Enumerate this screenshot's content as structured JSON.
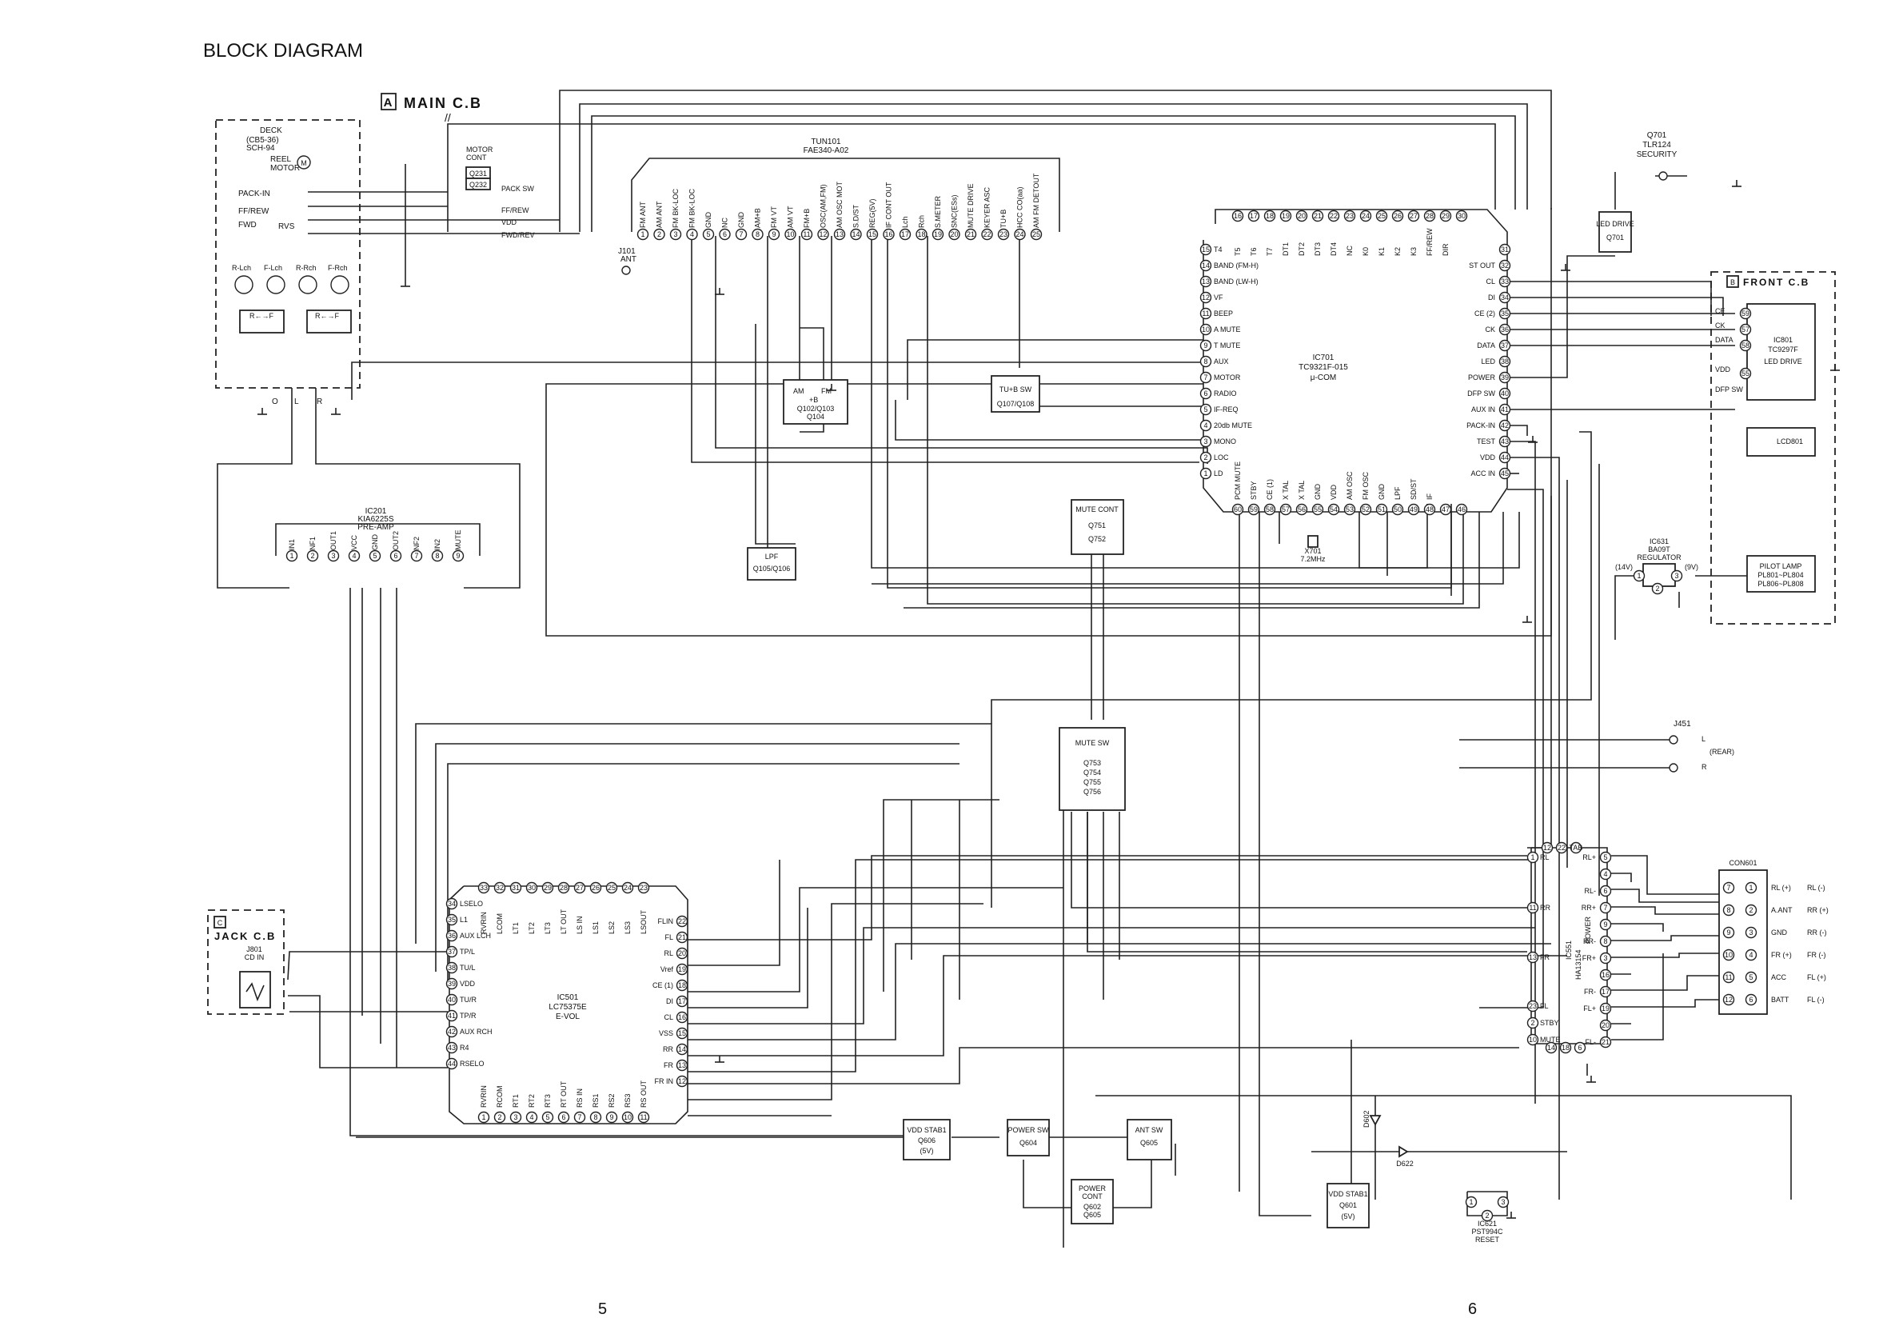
{
  "title": "BLOCK DIAGRAM",
  "page_numbers": [
    "5",
    "6"
  ],
  "boards": {
    "main": {
      "letter": "A",
      "name": "MAIN C.B",
      "mark": "//"
    },
    "front": {
      "letter": "B",
      "name": "FRONT C.B"
    },
    "jack": {
      "letter": "C",
      "name": "JACK C.B"
    }
  },
  "deck": {
    "title": "DECK",
    "model": "(CB5-36)",
    "model2": "SCH-94",
    "reel_motor": [
      "REEL",
      "MOTOR"
    ],
    "switches": [
      "PACK-IN",
      "FF/REW",
      "FWD",
      "RVS"
    ],
    "heads": [
      "R-Lch",
      "F-Lch",
      "R-Rch",
      "F-Rch"
    ],
    "rf": "R←→F",
    "outputs": [
      "O",
      "L",
      "R"
    ]
  },
  "motor_cont": {
    "title": [
      "MOTOR",
      "CONT"
    ],
    "parts": [
      "Q231",
      "Q232"
    ]
  },
  "deck_signals": [
    "PACK SW",
    "FF/REW",
    "VDD",
    "FWD/REV"
  ],
  "tuner": {
    "name": "TUN101",
    "model": "FAE340-A02",
    "pins": [
      "FM ANT",
      "AM ANT",
      "FM BK-LOC",
      "FM BK-LOC",
      "GND",
      "NC",
      "GND",
      "AM+B",
      "FM VT",
      "AM VT",
      "FM+B",
      "OSC(AM,FM)",
      "AM OSC MOT",
      "S.D/ST",
      "REG(5V)",
      "IF CONT OUT",
      "Lch",
      "Rch",
      "S.METER",
      "SNC(ESs)",
      "MUTE DRIVE",
      "KEYER ASC",
      "TU+B",
      "HCC CO(aa)",
      "AM FM DETOUT"
    ]
  },
  "antenna": {
    "name": "J101",
    "label": "ANT"
  },
  "am_fm": {
    "labels": [
      "AM",
      "FM",
      "+B"
    ],
    "parts": [
      "Q102/Q103",
      "Q104"
    ]
  },
  "tub_sw": {
    "title": "TU+B SW",
    "parts": "Q107/Q108"
  },
  "lpf": {
    "title": "LPF",
    "parts": "Q105/Q106"
  },
  "mute_cont": {
    "title": [
      "MUTE CONT"
    ],
    "parts": [
      "Q751",
      "Q752"
    ]
  },
  "preamp": {
    "name": "IC201",
    "model": "KIA6225S",
    "func": "PRE-AMP",
    "pins": [
      "IN1",
      "NF1",
      "OUT1",
      "VCC",
      "GND",
      "OUT2",
      "NF2",
      "IN2",
      "MUTE"
    ]
  },
  "mcu": {
    "name": "IC701",
    "model": "TC9321F-015",
    "func": "μ-COM",
    "top_pins": [
      "T5",
      "T6",
      "T7",
      "DT1",
      "DT2",
      "DT3",
      "DT4",
      "NC",
      "K0",
      "K1",
      "K2",
      "K3",
      "FF/REW",
      "DIR"
    ],
    "top_nums": [
      "16",
      "17",
      "18",
      "19",
      "20",
      "21",
      "22",
      "23",
      "24",
      "25",
      "26",
      "27",
      "28",
      "29",
      "30"
    ],
    "left_pins": [
      "T4",
      "BAND (FM-H)",
      "BAND (LW-H)",
      "VF",
      "BEEP",
      "A MUTE",
      "T MUTE",
      "AUX",
      "MOTOR",
      "RADIO",
      "IF-REQ",
      "20db MUTE",
      "MONO",
      "LOC",
      "LD"
    ],
    "left_nums": [
      "15",
      "14",
      "13",
      "12",
      "11",
      "10",
      "9",
      "8",
      "7",
      "6",
      "5",
      "4",
      "3",
      "2",
      "1"
    ],
    "right_pins": [
      "",
      "ST OUT",
      "CL",
      "DI",
      "CE (2)",
      "CK",
      "DATA",
      "LED",
      "POWER",
      "DFP SW",
      "AUX IN",
      "PACK-IN",
      "TEST",
      "VDD",
      "ACC IN"
    ],
    "right_nums": [
      "31",
      "32",
      "33",
      "34",
      "35",
      "36",
      "37",
      "38",
      "39",
      "40",
      "41",
      "42",
      "43",
      "44",
      "45"
    ],
    "bottom_pins": [
      "PCM MUTE",
      "STBY",
      "CE (1)",
      "X TAL",
      "X TAL",
      "GND",
      "VDD",
      "AM OSC",
      "FM OSC",
      "GND",
      "LPF",
      "SD/ST",
      "IF"
    ],
    "bottom_nums": [
      "60",
      "59",
      "58",
      "57",
      "56",
      "55",
      "54",
      "53",
      "52",
      "51",
      "50",
      "49",
      "48",
      "47",
      "46"
    ],
    "crystal": {
      "name": "X701",
      "freq": "7.2MHz"
    }
  },
  "security": {
    "name": "Q701",
    "model": "TLR124",
    "func": "SECURITY"
  },
  "led_drive": {
    "title": "LED DRIVE",
    "parts": "Q701"
  },
  "front_ic": {
    "name": "IC801",
    "model": "TC9297F",
    "func": "LED DRIVE",
    "inputs": [
      "CE",
      "CK",
      "DATA",
      "VDD",
      "DFP SW"
    ],
    "pin_nums": [
      "59",
      "57",
      "58",
      "55"
    ]
  },
  "lcd": {
    "name": "LCD801"
  },
  "pilot": {
    "title": "PILOT LAMP",
    "parts": [
      "PL801~PL804",
      "PL806~PL808"
    ]
  },
  "regulator": {
    "name": "IC631",
    "model": "BA09T",
    "func": "REGULATOR",
    "vin": "(14V)",
    "vout": "(9V)"
  },
  "mute_sw": {
    "title": "MUTE SW",
    "parts": [
      "Q753",
      "Q754",
      "Q755",
      "Q756"
    ]
  },
  "jack": {
    "name": "J801",
    "label": "CD IN"
  },
  "rear": {
    "name": "J451",
    "labels": [
      "L",
      "(REAR)",
      "R"
    ]
  },
  "evol": {
    "name": "IC501",
    "model": "LC75375E",
    "func": "E-VOL",
    "top_pins": [
      "RVRIN",
      "LCOM",
      "LT1",
      "LT2",
      "LT3",
      "LT OUT",
      "LS IN",
      "LS1",
      "LS2",
      "LS3",
      "LSOUT"
    ],
    "top_nums": [
      "33",
      "32",
      "31",
      "30",
      "29",
      "28",
      "27",
      "26",
      "25",
      "24",
      "23"
    ],
    "left_pins": [
      "LSELO",
      "L1",
      "AUX LCH",
      "TP/L",
      "TU/L",
      "VDD",
      "TU/R",
      "TP/R",
      "AUX RCH",
      "R4",
      "RSELO"
    ],
    "left_nums": [
      "34",
      "35",
      "36",
      "37",
      "38",
      "39",
      "40",
      "41",
      "42",
      "43",
      "44"
    ],
    "right_pins": [
      "FLIN",
      "FL",
      "RL",
      "Vref",
      "CE (1)",
      "DI",
      "CL",
      "VSS",
      "RR",
      "FR",
      "FR IN"
    ],
    "right_nums": [
      "22",
      "21",
      "20",
      "19",
      "18",
      "17",
      "16",
      "15",
      "14",
      "13",
      "12"
    ],
    "bottom_pins": [
      "RVRIN",
      "RCOM",
      "RT1",
      "RT2",
      "RT3",
      "RT OUT",
      "RS IN",
      "RS1",
      "RS2",
      "RS3",
      "RS OUT"
    ],
    "bottom_nums": [
      "1",
      "2",
      "3",
      "4",
      "5",
      "6",
      "7",
      "8",
      "9",
      "10",
      "11"
    ]
  },
  "power_amp": {
    "name": "IC551",
    "model": "HA13154",
    "func": "POWER",
    "top_nums": [
      "12",
      "22",
      "TAB"
    ],
    "left": [
      "RL",
      "RR",
      "FR",
      "FL",
      "STBY",
      "MUTE"
    ],
    "left_nums": [
      "1",
      "11",
      "13",
      "23",
      "2",
      "10"
    ],
    "right": [
      "RL+",
      "",
      "RL-",
      "RR+",
      "",
      "RR-",
      "FR+",
      "",
      "FR-",
      "FL+",
      "",
      "FL-"
    ],
    "right_nums": [
      "5",
      "4",
      "6",
      "7",
      "9",
      "8",
      "3",
      "16",
      "17",
      "19",
      "20",
      "21"
    ],
    "bottom_nums": [
      "14",
      "18",
      "6"
    ]
  },
  "connector": {
    "name": "CON601",
    "rows": [
      {
        "a": "7",
        "b": "1",
        "l": "RL (+)",
        "r": "RL (-)"
      },
      {
        "a": "8",
        "b": "2",
        "l": "A.ANT",
        "r": "RR (+)"
      },
      {
        "a": "9",
        "b": "3",
        "l": "GND",
        "r": "RR (-)"
      },
      {
        "a": "10",
        "b": "4",
        "l": "FR (+)",
        "r": "FR (-)"
      },
      {
        "a": "11",
        "b": "5",
        "l": "ACC",
        "r": "FL (+)"
      },
      {
        "a": "12",
        "b": "6",
        "l": "BATT",
        "r": "FL (-)"
      }
    ]
  },
  "vdd_stab1": {
    "title": "VDD STAB1",
    "parts": "Q606",
    "volt": "(5V)"
  },
  "power_sw": {
    "title": "POWER SW",
    "parts": "Q604"
  },
  "ant_sw": {
    "title": "ANT SW",
    "parts": "Q605"
  },
  "power_cont": {
    "title": [
      "POWER",
      "CONT"
    ],
    "parts": [
      "Q602",
      "Q605"
    ]
  },
  "vdd_stab2": {
    "title": "VDD STAB1",
    "parts": "Q601",
    "volt": "(5V)"
  },
  "diodes": {
    "d1": "D602",
    "d2": "D622"
  },
  "reset": {
    "name": "IC621",
    "model": "PST994C",
    "func": "RESET"
  }
}
